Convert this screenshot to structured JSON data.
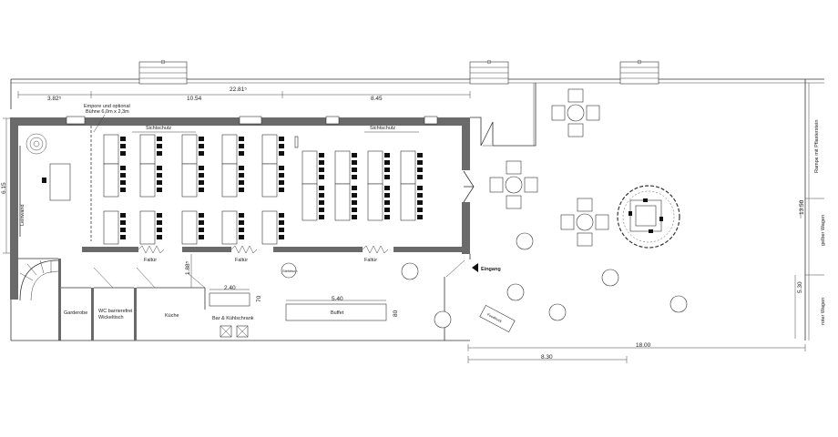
{
  "dimensions": {
    "d_3_82": "3.82⁵",
    "d_22_81": "22.81⁵",
    "d_10_54": "10.54",
    "d_8_45": "8.45",
    "d_6_15": "6.15",
    "d_1_88": "1.88⁵",
    "d_2_40": "2.40",
    "d_70": "70",
    "d_5_40": "5.40",
    "d_80": "80",
    "d_18_00": "18.00",
    "d_8_30": "8.30",
    "d_13_50": "13.50",
    "d_5_30": "5.30"
  },
  "labels": {
    "empore_1": "Empore und optional",
    "empore_2": "Bühne 6,0m x 2,3m",
    "sichtschutz_1": "Sichtschutz",
    "sichtschutz_2": "Sichtschutz",
    "leinwand": "Leinwand",
    "faltuer_1": "Faltür",
    "faltuer_2": "Faltür",
    "faltuer_3": "Faltür",
    "stehtisch": "Stehtisch",
    "eingang": "Eingang",
    "garderobe": "Garderobe",
    "wc_1": "WC barrierefrei",
    "wc_2": "Wickeltisch",
    "kueche": "Küche",
    "bar": "Bar & Kühlschrank",
    "buffet": "Buffet",
    "foodtruck": "Foodtruck",
    "rampe": "Rampe mit Pflasterstein",
    "gelber_wagen": "gelber Wagen",
    "roter_wagen": "roter Wagen"
  }
}
